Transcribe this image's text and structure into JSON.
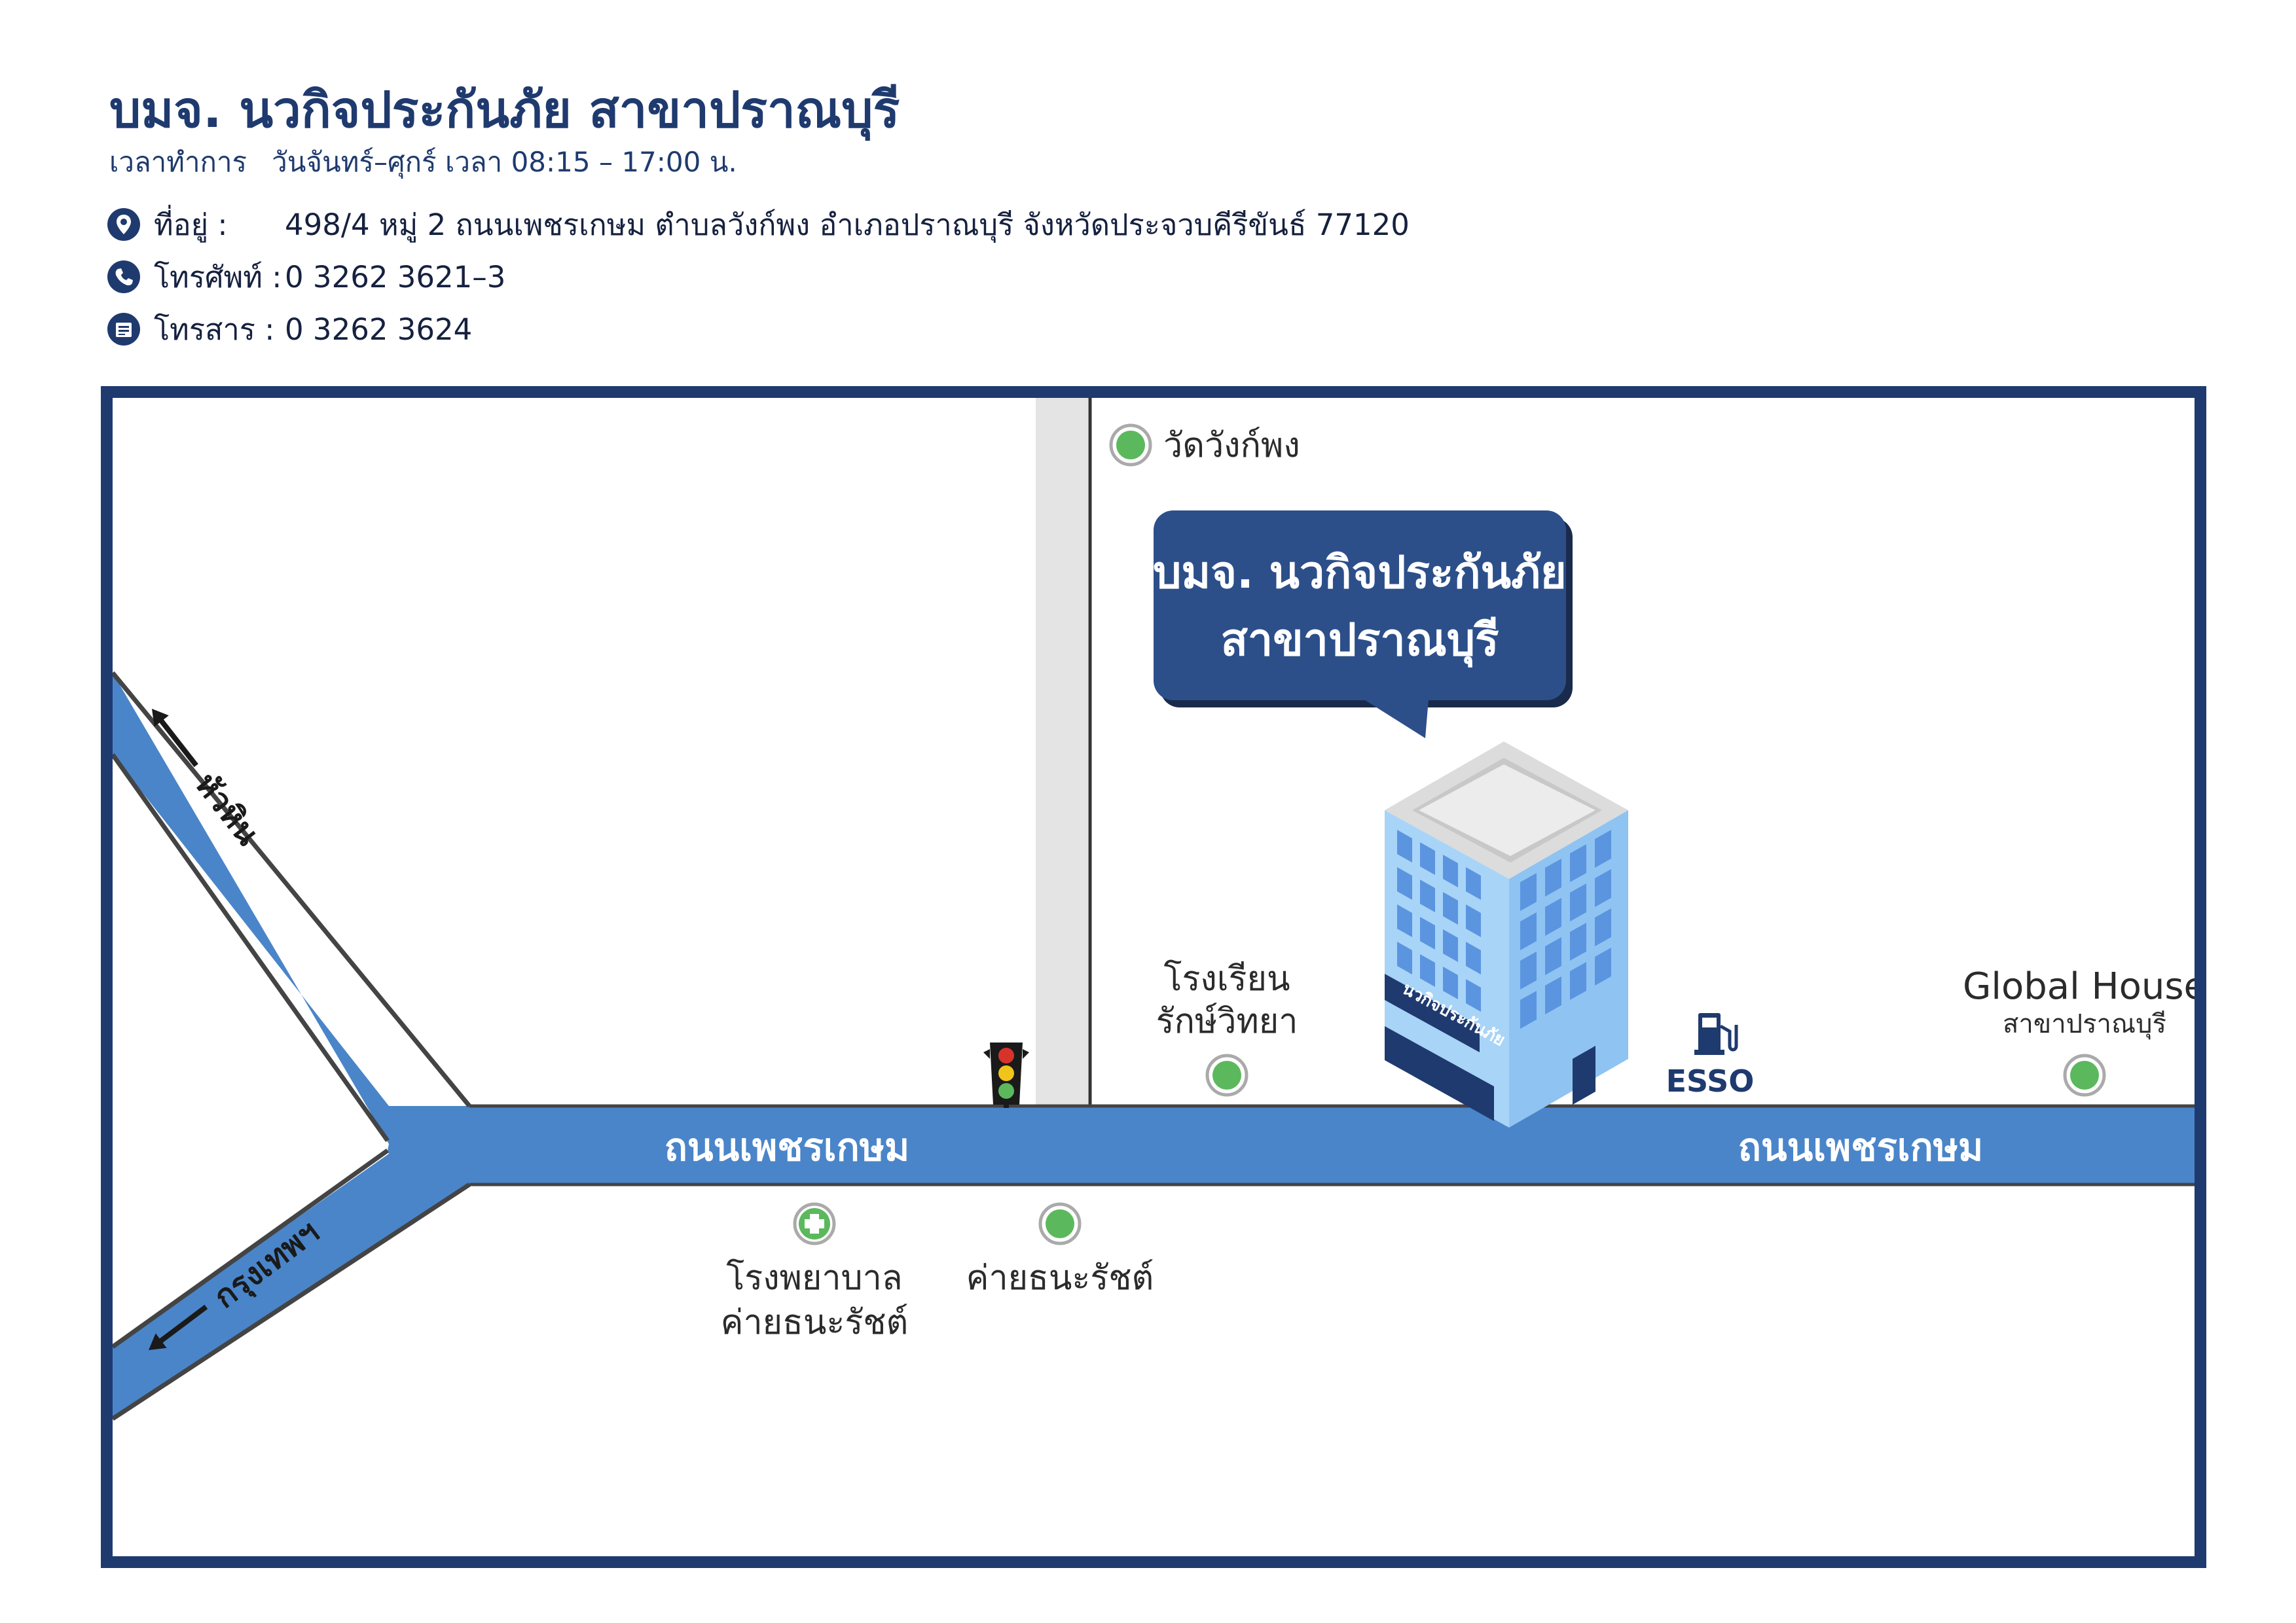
{
  "header": {
    "title": "บมจ. นวกิจประกันภัย สาขาปราณบุรี",
    "hours_label": "เวลาทำการ",
    "hours_value": "วันจันทร์–ศุกร์ เวลา 08:15 – 17:00 น."
  },
  "contact": {
    "address_label": "ที่อยู่ :",
    "address_value": "498/4 หมู่ 2 ถนนเพชรเกษม ตำบลวังก์พง อำเภอปราณบุรี จังหวัดประจวบคีรีขันธ์ 77120",
    "phone_label": "โทรศัพท์ :",
    "phone_value": "0 3262 3621–3",
    "fax_label": "โทรสาร :",
    "fax_value": "0 3262 3624",
    "icons": [
      "location-pin-icon",
      "phone-icon",
      "fax-icon"
    ]
  },
  "map": {
    "roads": {
      "main_left": "ถนนเพชรเกษม",
      "main_right": "ถนนเพชรเกษม",
      "to_huahin": "หัวหิน",
      "to_bangkok": "กรุงเทพฯ"
    },
    "callout": {
      "line1": "บมจ. นวกิจประกันภัย",
      "line2": "สาขาปราณบุรี"
    },
    "building_sign": "นวกิจประกันภัย",
    "landmarks": {
      "temple": "วัดวังก์พง",
      "school_line1": "โรงเรียน",
      "school_line2": "รักษ์วิทยา",
      "esso": "ESSO",
      "global_house": "Global House",
      "global_house_sub": "สาขาปราณบุรี",
      "hospital_line1": "โรงพยาบาล",
      "hospital_line2": "ค่ายธนะรัชต์",
      "camp": "ค่ายธนะรัชต์"
    },
    "colors": {
      "road": "#4a85c9",
      "frame": "#1f3a6e",
      "marker": "#5cb85c",
      "callout": "#2c4f8a",
      "building_glass": "#8fc3f2",
      "building_dark": "#1f3a6e"
    }
  }
}
